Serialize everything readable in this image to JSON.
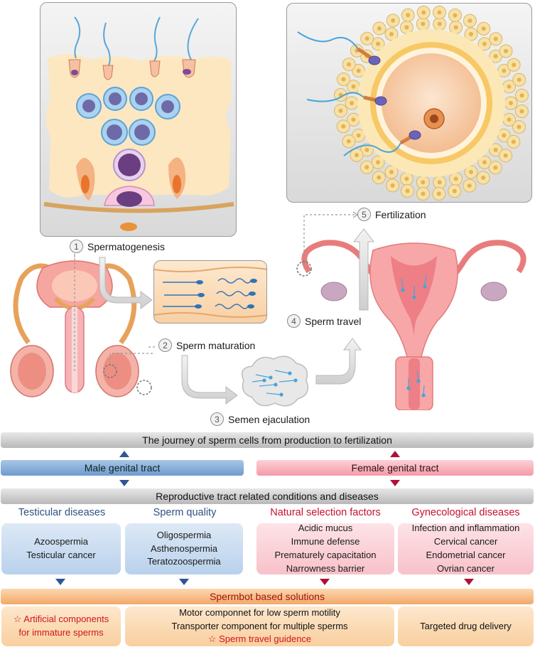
{
  "steps": [
    {
      "num": "1",
      "label": "Spermatogenesis"
    },
    {
      "num": "2",
      "label": "Sperm maturation"
    },
    {
      "num": "3",
      "label": "Semen ejaculation"
    },
    {
      "num": "4",
      "label": "Sperm travel"
    },
    {
      "num": "5",
      "label": "Fertilization"
    }
  ],
  "journey_bar": "The journey of sperm cells from production to fertilization",
  "male_tract": "Male genital tract",
  "female_tract": "Female genital tract",
  "conditions_bar": "Reproductive tract related conditions and diseases",
  "categories": [
    {
      "heading": "Testicular diseases",
      "items": [
        "Azoospermia",
        "Testicular cancer"
      ]
    },
    {
      "heading": "Sperm quality",
      "items": [
        "Oligospermia",
        "Asthenospermia",
        "Teratozoospermia"
      ]
    },
    {
      "heading": "Natural selection factors",
      "items": [
        "Acidic mucus",
        "Immune defense",
        "Prematurely capacitation",
        "Narrowness barrier"
      ]
    },
    {
      "heading": "Gynecological diseases",
      "items": [
        "Infection and inflammation",
        "Cervical cancer",
        "Endometrial cancer",
        "Ovrian cancer"
      ]
    }
  ],
  "solutions_bar": "Spermbot based solutions",
  "solutions": {
    "left_line1": "Artificial components",
    "left_line2": "for immature sperms",
    "middle_line1": "Motor componnet for low sperm motility",
    "middle_line2": "Transporter component for multiple sperms",
    "middle_line3": "Sperm travel guidence",
    "right": "Targeted drug delivery"
  },
  "colors": {
    "blue_heading": "#2c5282",
    "red_heading": "#c8102e",
    "blue_arrow": "#2f5597",
    "red_arrow": "#b0103a",
    "star": "#d0151b"
  },
  "icons": [
    "star-icon",
    "arrow-up-icon",
    "arrow-down-icon"
  ]
}
